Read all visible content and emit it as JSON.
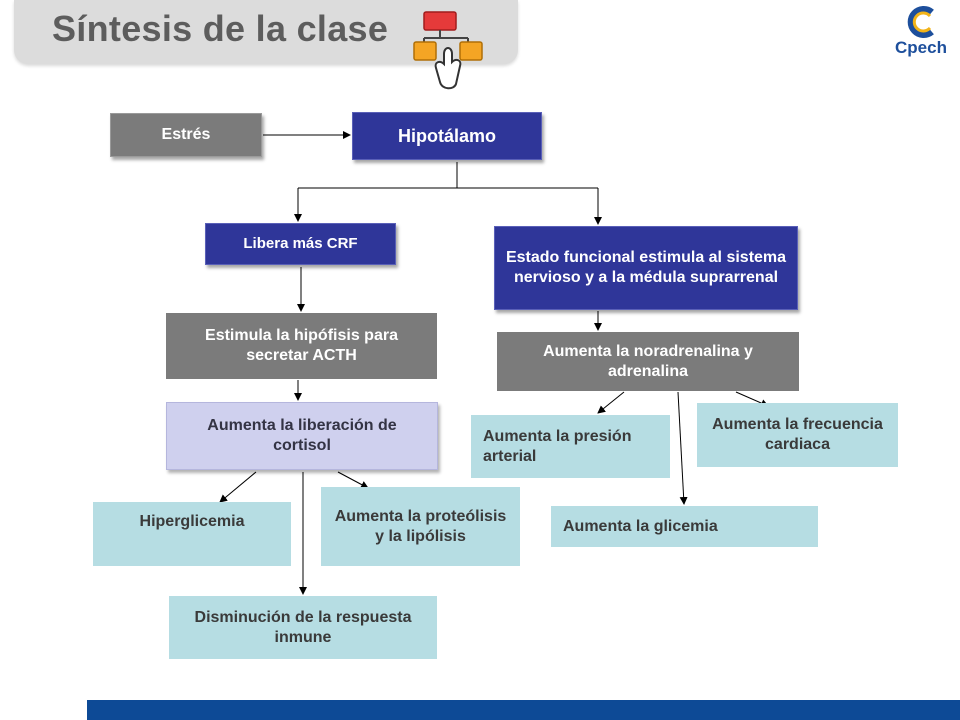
{
  "header": {
    "title": "Síntesis de la clase",
    "logo_text": "Cpech"
  },
  "colors": {
    "node_blue": "#2f3699",
    "node_gray": "#7b7b7b",
    "node_lavender": "#cfd0ee",
    "node_teal": "#b6dde3",
    "bar_blue": "#0d4a96",
    "logo_blue": "#1d4f9c"
  },
  "nodes": {
    "estres": "Estrés",
    "hipotalamo": "Hipotálamo",
    "crf": "Libera más CRF",
    "estado": "Estado funcional estimula al sistema nervioso y a la médula suprarrenal",
    "acth": "Estimula la hipófisis para secretar ACTH",
    "noradrenalina": "Aumenta la noradrenalina y adrenalina",
    "cortisol": "Aumenta la liberación de cortisol",
    "presion": "Aumenta la presión arterial",
    "frecuencia": "Aumenta la frecuencia cardiaca",
    "hiperglicemia": "Hiperglicemia",
    "proteolisis": "Aumenta la proteólisis y la lipólisis",
    "glicemia": "Aumenta la glicemia",
    "inmune": "Disminución de la respuesta inmune"
  }
}
